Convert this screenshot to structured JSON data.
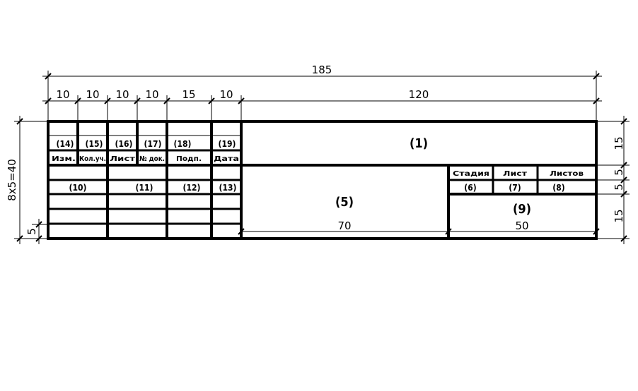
{
  "dimensions": {
    "total_width": "185",
    "col_10a": "10",
    "col_10b": "10",
    "col_10c": "10",
    "col_10d": "10",
    "col_15": "15",
    "col_10e": "10",
    "col_120": "120",
    "height_total": "8x5=40",
    "row_5": "5",
    "right_15_top": "15",
    "right_5a": "5",
    "right_5b": "5",
    "right_15_bottom": "15",
    "inner_70": "70",
    "inner_50": "50"
  },
  "cells": {
    "c14": "(14)",
    "c15": "(15)",
    "c16": "(16)",
    "c17": "(17)",
    "c18": "(18)",
    "c19": "(19)",
    "izm": "Изм.",
    "kol_uch": "Кол.уч.",
    "list": "Лист",
    "n_dok": "№ док.",
    "podp": "Подп.",
    "data": "Дата",
    "c10": "(10)",
    "c11": "(11)",
    "c12": "(12)",
    "c13": "(13)",
    "c1": "(1)",
    "c5": "(5)",
    "stadiya": "Стадия",
    "list2": "Лист",
    "listov": "Листов",
    "c6": "(6)",
    "c7": "(7)",
    "c8": "(8)",
    "c9": "(9)"
  }
}
